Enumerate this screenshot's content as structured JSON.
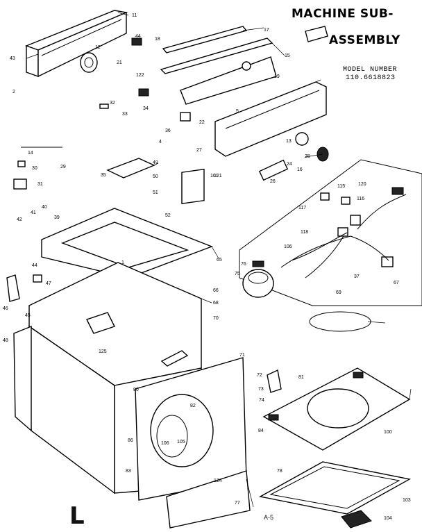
{
  "title": {
    "line1": "MACHINE SUB-",
    "line2": "ASSEMBLY"
  },
  "model": {
    "label": "MODEL NUMBER",
    "number": "110.6618823"
  },
  "page_number": "A-5",
  "corner_mark": "L",
  "part_numbers": [
    "11",
    "43",
    "2",
    "12",
    "44",
    "18",
    "17",
    "15",
    "21",
    "122",
    "19",
    "32",
    "34",
    "33",
    "5",
    "4",
    "36",
    "22",
    "13",
    "27",
    "25",
    "14",
    "24",
    "16",
    "30",
    "26",
    "29",
    "31",
    "49",
    "35",
    "50",
    "51",
    "52",
    "117",
    "116",
    "121",
    "115",
    "120",
    "106",
    "118",
    "42",
    "41",
    "40",
    "39",
    "44",
    "37",
    "1",
    "46",
    "48",
    "47",
    "45",
    "65",
    "66",
    "67",
    "68",
    "69",
    "70",
    "71",
    "72",
    "73",
    "74",
    "75",
    "76",
    "77",
    "78",
    "80",
    "81",
    "82",
    "83",
    "84",
    "86",
    "100",
    "101",
    "103",
    "104",
    "105",
    "106",
    "124",
    "125"
  ]
}
